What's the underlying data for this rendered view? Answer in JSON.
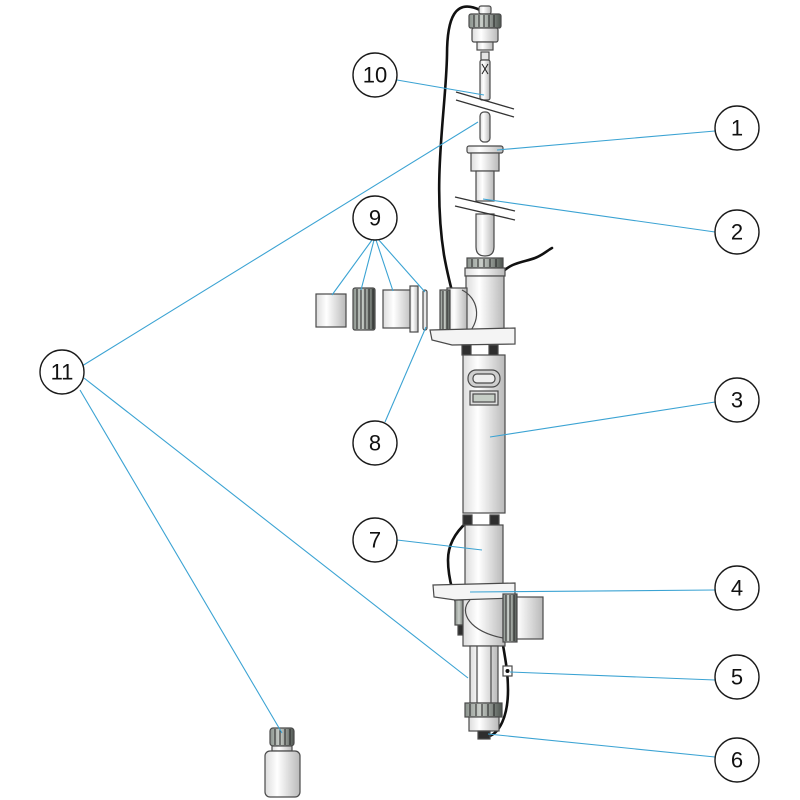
{
  "diagram": {
    "callouts": [
      {
        "label": "10"
      },
      {
        "label": "1"
      },
      {
        "label": "9"
      },
      {
        "label": "2"
      },
      {
        "label": "11"
      },
      {
        "label": "3"
      },
      {
        "label": "8"
      },
      {
        "label": "7"
      },
      {
        "label": "4"
      },
      {
        "label": "5"
      },
      {
        "label": "6"
      }
    ]
  },
  "colors": {
    "leader_line": "#3ba3d3",
    "outline": "#4a4a4a",
    "cable": "#111111",
    "background": "#ffffff"
  }
}
